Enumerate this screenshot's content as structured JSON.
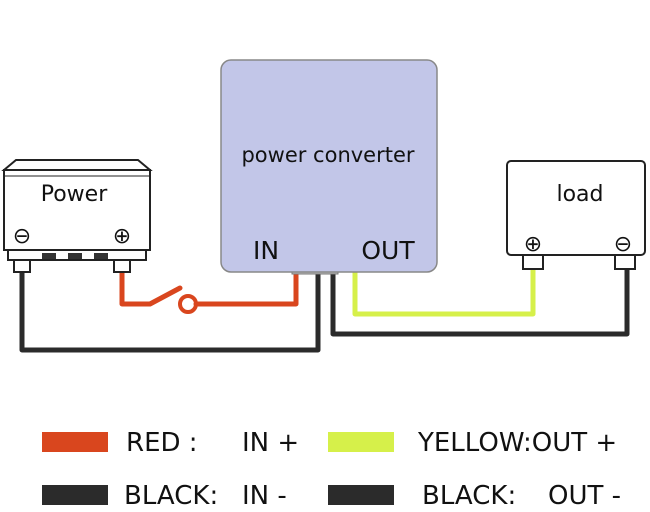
{
  "devices": {
    "power": {
      "label": "Power",
      "terminal_left": "⊖",
      "terminal_right": "⊕"
    },
    "converter": {
      "label": "power converter",
      "in_label": "IN",
      "out_label": "OUT"
    },
    "load": {
      "label": "load",
      "terminal_left": "⊕",
      "terminal_right": "⊖"
    }
  },
  "colors": {
    "red": "#d9461e",
    "yellow": "#d6f04a",
    "black": "#2b2b2b",
    "converter_fill": "#c2c6e8"
  },
  "legend": [
    {
      "color": "red",
      "name": "RED :",
      "pin": "IN +"
    },
    {
      "color": "yellow",
      "name": "YELLOW:OUT +",
      "pin": ""
    },
    {
      "color": "black",
      "name": "BLACK:",
      "pin": "IN -"
    },
    {
      "color": "black",
      "name": "BLACK:",
      "pin": "OUT -"
    }
  ]
}
